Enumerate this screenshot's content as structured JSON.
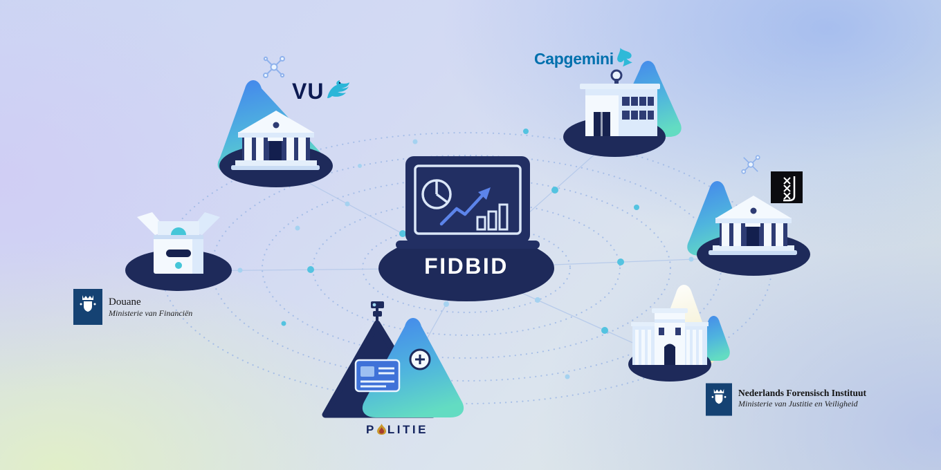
{
  "diagram": {
    "description": "FIDBID partner network illustration with central analytics hub connected to six partner organisations on concentric dotted orbits"
  },
  "center_hub": {
    "label": "FIDBID",
    "icon": "laptop-analytics-icon"
  },
  "nodes": {
    "vu": {
      "label": "VU",
      "icon": "griffin-icon",
      "illustration": "classical-university-building"
    },
    "capgemini": {
      "label": "Capgemini",
      "icon": "spade-icon",
      "illustration": "office-building"
    },
    "uva": {
      "logo": "uva-black-square-crosses-logo",
      "illustration": "classical-university-building"
    },
    "douane": {
      "name": "Douane",
      "ministry": "Ministerie van Financiën",
      "logo": "rijksoverheid-crest-icon",
      "illustration": "open-parcel-box"
    },
    "politie": {
      "label_start": "P",
      "label_end": "LITIE",
      "icon": "flame-icon",
      "illustration": "evidence-id-card-and-badge"
    },
    "nfi": {
      "name": "Nederlands Forensisch Instituut",
      "ministry": "Ministerie van Justitie en Veiligheid",
      "logo": "rijksoverheid-crest-icon",
      "illustration": "institute-building"
    }
  },
  "decorations": {
    "compass_icons": 2,
    "orbit_rings": 5,
    "network_dots": "teal-and-light-blue"
  },
  "colors": {
    "navy_platform": "#1e2a5a",
    "laptop_navy": "#222f63",
    "teardrop_blue": "#4487ec",
    "teardrop_teal": "#63dcc2",
    "ring_blue": "#9fb9e6",
    "dot_teal": "#54c3e0",
    "dot_light": "#a5d2f0",
    "capgemini_blue": "#0070ad",
    "capgemini_spade_teal": "#2fb9d8",
    "vu_navy": "#0c1a52",
    "vu_griffin_teal": "#2bb6d8",
    "rijksoverheid_blue": "#154273",
    "politie_navy": "#13235e",
    "politie_flame_gold": "#c9992c",
    "building_white": "#f4f9fe",
    "building_shade": "#dceafb"
  }
}
